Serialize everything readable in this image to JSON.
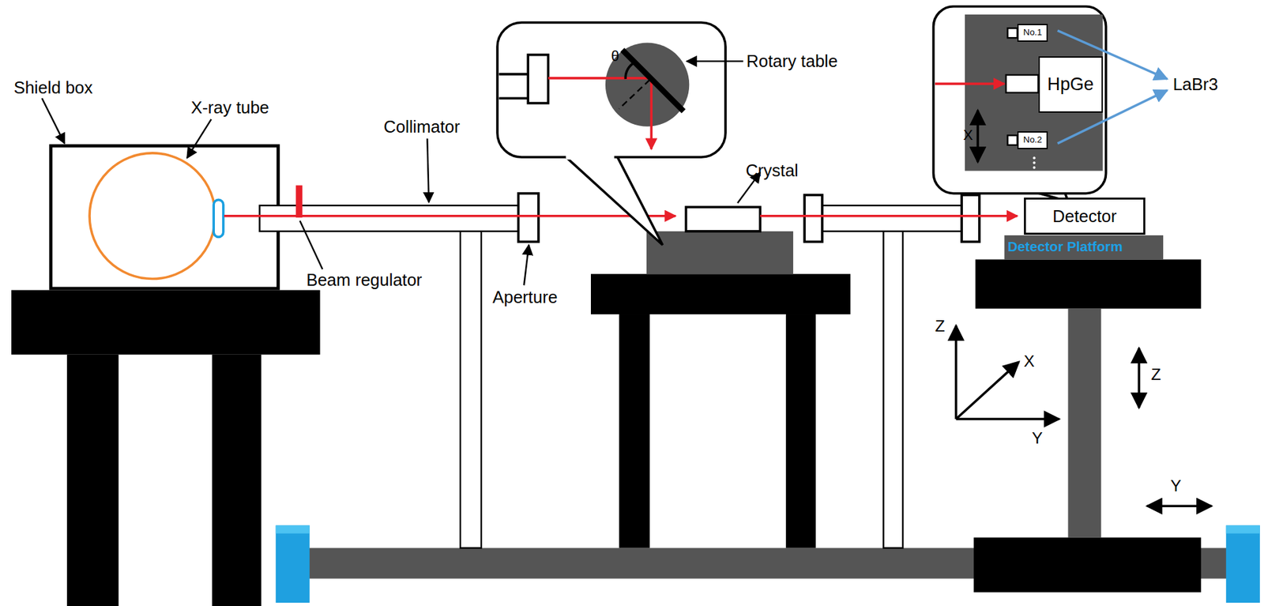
{
  "diagram": {
    "nodes": [
      {
        "text": [
          "Detector"
        ]
      },
      {
        "text": [
          "HpGe"
        ]
      },
      {
        "text": [
          "No.1"
        ]
      },
      {
        "text": [
          "No.2"
        ]
      }
    ],
    "labels": [
      "Shield box",
      "X-ray tube",
      "Collimator",
      "Rotary table",
      "Crystal",
      "θ",
      "Beam regulator",
      "Aperture",
      "LaBr3",
      "X",
      "Detector Platform",
      "Z",
      "X",
      "Y",
      "Z",
      "Y"
    ]
  }
}
